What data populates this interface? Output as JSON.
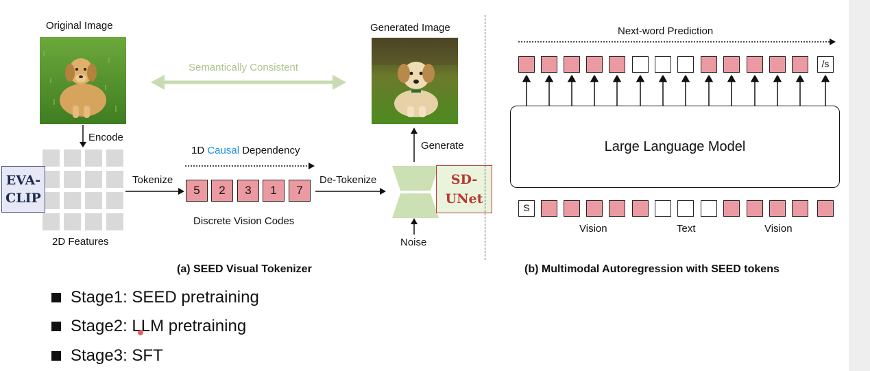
{
  "left": {
    "original_image_label": "Original Image",
    "encode_label": "Encode",
    "eva_clip_label": "EVA-\nCLIP",
    "features_label": "2D Features",
    "tokenize_label": "Tokenize",
    "dependency_prefix": "1D ",
    "dependency_causal": "Causal",
    "dependency_suffix": " Dependency",
    "codes": [
      "5",
      "2",
      "3",
      "1",
      "7"
    ],
    "codes_label": "Discrete Vision Codes",
    "detokenize_label": "De-Tokenize",
    "semantic_label": "Semantically Consistent",
    "generated_image_label": "Generated Image",
    "generate_label": "Generate",
    "sd_unet_label": "SD-\nUNet",
    "noise_label": "Noise",
    "caption": "(a) SEED Visual Tokenizer"
  },
  "right": {
    "next_word_label": "Next-word Prediction",
    "llm_label": "Large Language Model",
    "output_tokens": [
      "v",
      "v",
      "v",
      "v",
      "v",
      "t",
      "t",
      "t",
      "v",
      "v",
      "v",
      "v",
      "v",
      "/s"
    ],
    "input_tokens": [
      "S",
      "v",
      "v",
      "v",
      "v",
      "v",
      "t",
      "t",
      "t",
      "v",
      "v",
      "v",
      "v",
      "v"
    ],
    "vision_label_1": "Vision",
    "text_label": "Text",
    "vision_label_2": "Vision",
    "caption": "(b) Multimodal Autoregression with SEED tokens"
  },
  "stages": [
    "Stage1: SEED pretraining",
    "Stage2: LLM pretraining",
    "Stage3: SFT"
  ],
  "colors": {
    "token_pink": "#ea9aa0",
    "feature_grey": "#d9d9d9",
    "eva_bg": "#e6e8f5",
    "unet_bg": "#eaf3dc",
    "unet_text": "#b53a32",
    "semantic_green": "#c9dbb2",
    "causal_blue": "#1a8fe3"
  }
}
